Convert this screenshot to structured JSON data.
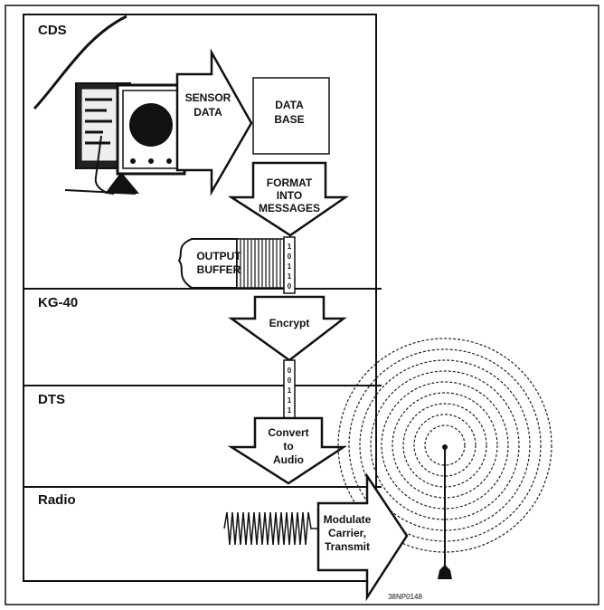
{
  "sections": {
    "cds": "CDS",
    "kg40": "KG-40",
    "dts": "DTS",
    "radio": "Radio"
  },
  "flow": {
    "sensor_line1": "SENSOR",
    "sensor_line2": "DATA",
    "database_line1": "DATA",
    "database_line2": "BASE",
    "format_line1": "FORMAT",
    "format_line2": "INTO",
    "format_line3": "MESSAGES",
    "buffer_line1": "OUTPUT",
    "buffer_line2": "BUFFER",
    "encrypt": "Encrypt",
    "convert_line1": "Convert",
    "convert_line2": "to",
    "convert_line3": "Audio",
    "modulate_line1": "Modulate",
    "modulate_line2": "Carrier,",
    "modulate_line3": "Transmit"
  },
  "bits": {
    "plain": [
      "1",
      "0",
      "1",
      "1",
      "0"
    ],
    "encrypted": [
      "0",
      "0",
      "1",
      "1",
      "1"
    ]
  },
  "figure_id": "38NP0148"
}
